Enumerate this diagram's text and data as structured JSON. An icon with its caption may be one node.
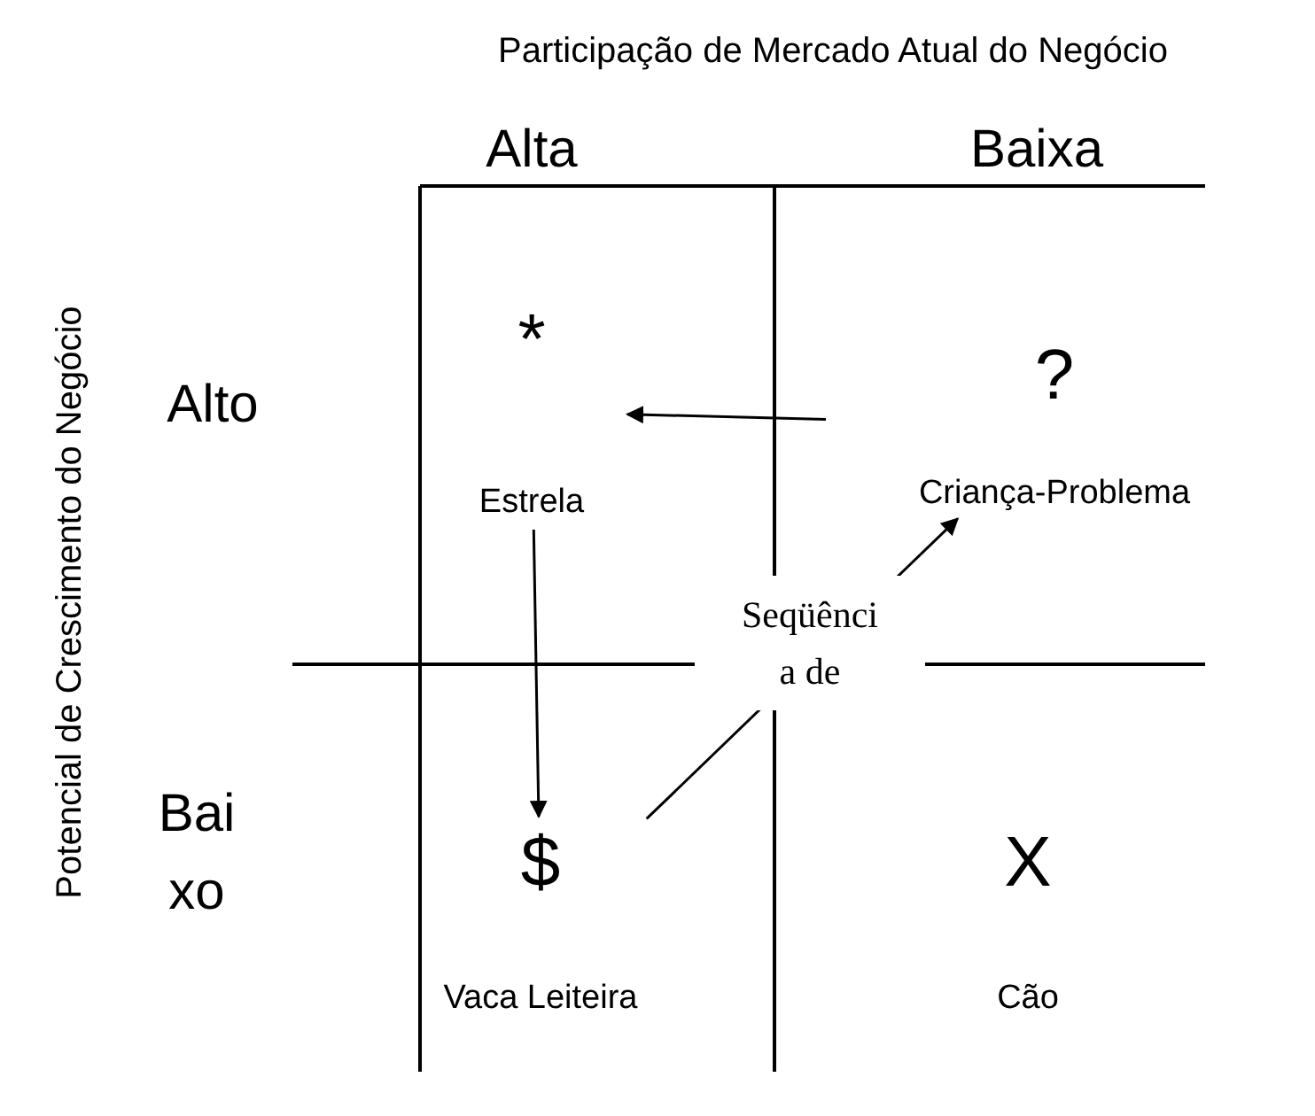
{
  "diagram": {
    "nodes": [
      {
        "text": [
          "*",
          "Estrela"
        ]
      },
      {
        "text": [
          "?",
          "Criança-Problema"
        ]
      },
      {
        "text": [
          "$",
          "Vaca Leiteira"
        ]
      },
      {
        "text": [
          "X",
          "Cão"
        ]
      }
    ],
    "edges": [
      {
        "from": 1,
        "to": 0,
        "arrow": "to"
      },
      {
        "from": 0,
        "to": 2,
        "arrow": "to"
      },
      {
        "from": 2,
        "to": 1,
        "arrow": "to"
      }
    ],
    "labels": [
      "Participação de Mercado Atual do Negócio",
      "Potencial de Crescimento do Negócio",
      "Alta",
      "Baixa",
      "Alto",
      "Bai xo",
      "Seqüênci a de"
    ]
  }
}
